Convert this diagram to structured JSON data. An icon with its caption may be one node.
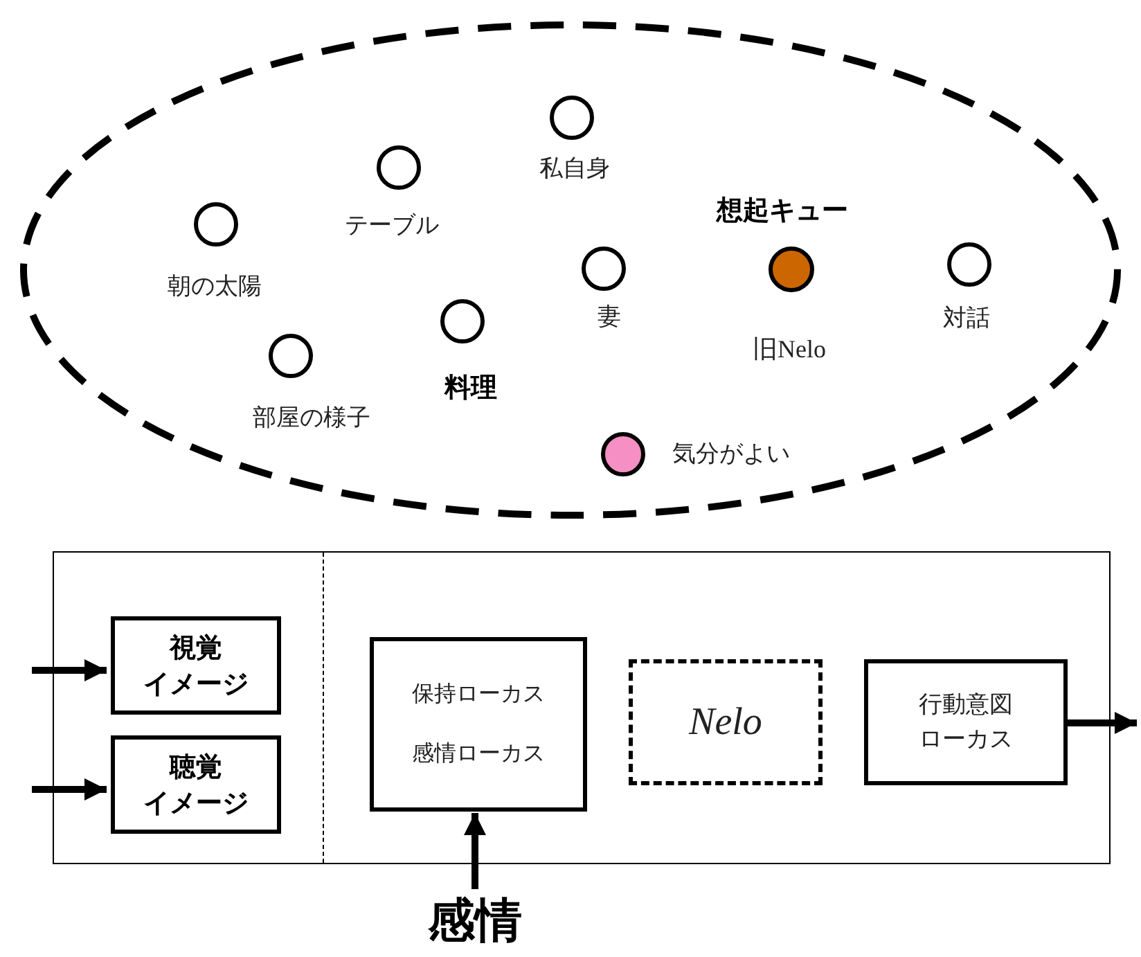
{
  "diagram": {
    "nodes": [
      {
        "text": [],
        "shape": "ellipse"
      },
      {
        "text": [],
        "shape": "circle",
        "in": 0,
        "beside": [
          "私自身"
        ]
      },
      {
        "text": [],
        "shape": "circle",
        "in": 0,
        "beside": [
          "テーブル"
        ]
      },
      {
        "text": [],
        "shape": "circle",
        "in": 0,
        "beside": [
          "朝の太陽"
        ]
      },
      {
        "text": [],
        "shape": "circle",
        "in": 0,
        "beside": [
          "妻"
        ]
      },
      {
        "text": [],
        "shape": "circle",
        "in": 0,
        "beside": [
          "想起キュー",
          "旧Nelo"
        ]
      },
      {
        "text": [],
        "shape": "circle",
        "in": 0,
        "beside": [
          "対話"
        ]
      },
      {
        "text": [],
        "shape": "circle",
        "in": 0,
        "beside": [
          "料理"
        ]
      },
      {
        "text": [],
        "shape": "circle",
        "in": 0,
        "beside": [
          "部屋の様子"
        ]
      },
      {
        "text": [],
        "shape": "circle",
        "in": 0,
        "beside": [
          "気分がよい"
        ]
      },
      {
        "text": [],
        "shape": "box"
      },
      {
        "text": [
          "視覚イメージ"
        ],
        "in": 10
      },
      {
        "text": [
          "聴覚イメージ"
        ],
        "in": 10
      },
      {
        "text": [
          "保持ローカス",
          "感情ローカス"
        ],
        "in": 10
      },
      {
        "text": [
          "Nelo"
        ],
        "in": 10
      },
      {
        "text": [
          "行動意図ローカス"
        ],
        "in": 10
      },
      {
        "text": [
          "感情"
        ]
      }
    ],
    "edges": [
      {
        "from": null,
        "to": 11,
        "arrow": "to"
      },
      {
        "from": null,
        "to": 12,
        "arrow": "to"
      },
      {
        "from": 16,
        "to": 13,
        "arrow": "to"
      },
      {
        "from": 15,
        "to": null,
        "arrow": "to"
      }
    ]
  }
}
